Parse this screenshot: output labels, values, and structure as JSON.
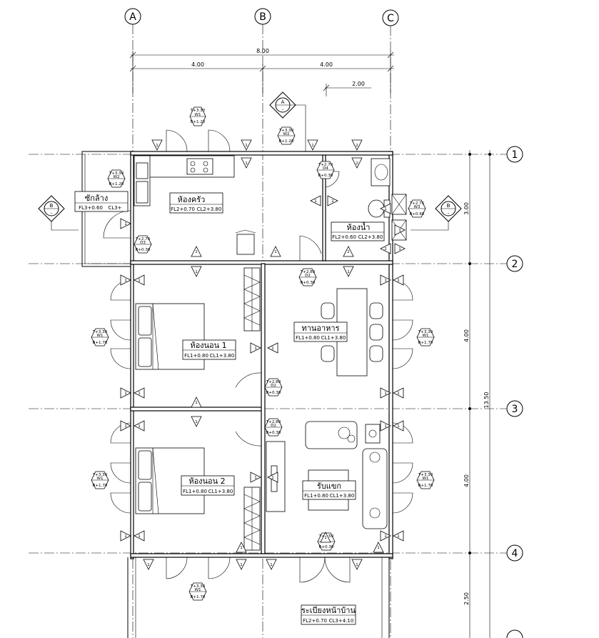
{
  "grid": {
    "columns": [
      "A",
      "B",
      "C"
    ],
    "rows": [
      "1",
      "2",
      "3",
      "4"
    ]
  },
  "dimensions": {
    "overall_width": "8.00",
    "bay_a_b": "4.00",
    "bay_b_c": "4.00",
    "offset": "2.00",
    "overall_depth": "13.50",
    "row_1_2": "3.00",
    "row_2_3": "4.00",
    "row_3_4": "4.00",
    "row_4_end": "2.50"
  },
  "sections": {
    "a": "A",
    "b_left": "B",
    "b_right": "B",
    "dash": "-"
  },
  "rooms": {
    "laundry": {
      "name": "ซักล้าง",
      "fl": "FL3+0.60",
      "cl": "CL3+"
    },
    "kitchen": {
      "name": "ห้องครัว",
      "fl": "FL2+0.70",
      "cl": "CL2+3.80"
    },
    "bathroom": {
      "name": "ห้องน้ำ",
      "fl": "FL2+0.60",
      "cl": "CL2+3.80"
    },
    "dining": {
      "name": "ทานอาหาร",
      "fl": "FL1+0.80",
      "cl": "CL1+3.80"
    },
    "bedroom1": {
      "name": "ห้องนอน 1",
      "fl": "FL1+0.80",
      "cl": "CL1+3.80"
    },
    "bedroom2": {
      "name": "ห้องนอน 2",
      "fl": "FL1+0.80",
      "cl": "CL1+3.80"
    },
    "living": {
      "name": "รับแขก",
      "fl": "FL1+0.80",
      "cl": "CL1+3.80"
    },
    "terrace": {
      "name": "ระเบียงหน้าบ้าน",
      "fl": "FL2+0.70",
      "cl": "CL3+4.10"
    }
  },
  "tags": {
    "w1": "W1",
    "w2": "W2",
    "w3": "W3",
    "d1": "D1",
    "d2": "D2",
    "d3": "D3",
    "d4": "D4",
    "h_330": "T+3.30",
    "h_270": "T+2.70",
    "h_275": "T+2.75",
    "h_280": "T+2.80",
    "h_350": "T+3.50",
    "h_120": "B+1.20",
    "h_170": "B+1.70",
    "h_030": "B+0.30",
    "h_060": "B+0.60",
    "n1": "1",
    "n2": "2"
  }
}
